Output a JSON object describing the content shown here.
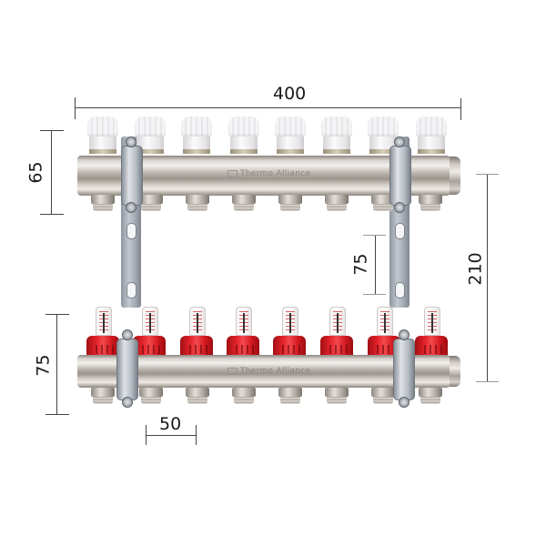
{
  "product": {
    "name": "Heating manifold with flow meters",
    "brand_label": "Thermo Alliance",
    "outlets_per_bar": 8,
    "top_bar": {
      "valve_type": "white thermostatic valve caps",
      "valve_color": "#f4f3f5"
    },
    "bottom_bar": {
      "valve_type": "flow meters with red caps",
      "valve_color": "#e3222a"
    }
  },
  "dimensions": {
    "overall_width": {
      "value": "400"
    },
    "top_height": {
      "value": "65"
    },
    "bracket_spacing": {
      "value": "210"
    },
    "bracket_slot": {
      "value": "75"
    },
    "bottom_height": {
      "value": "75"
    },
    "outlet_pitch": {
      "value": "50"
    }
  },
  "colors": {
    "dimension_line": "#444444",
    "chrome": "#d9d4cf",
    "bracket": "#a4abb4",
    "flow_meter_red": "#e3222a",
    "background": "#ffffff"
  }
}
